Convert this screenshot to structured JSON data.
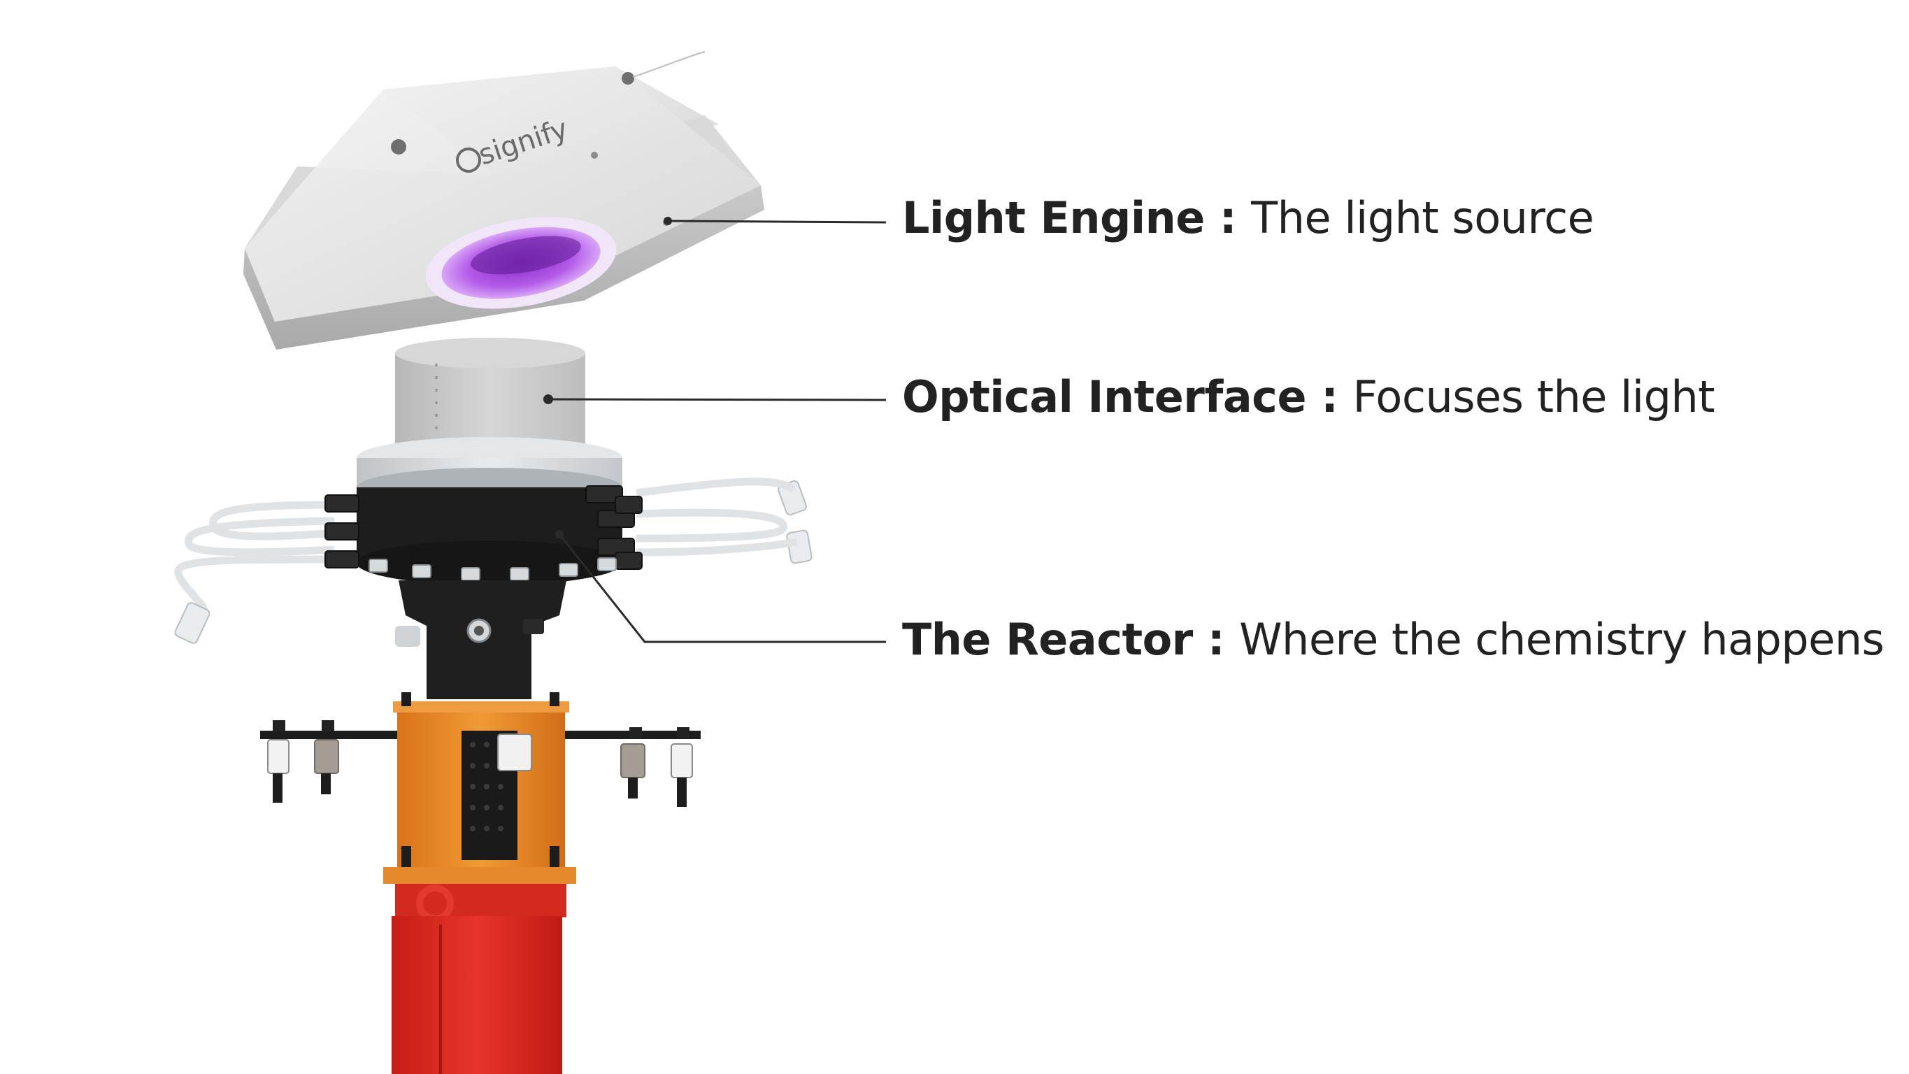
{
  "brand": {
    "logo_text": "signify"
  },
  "callouts": [
    {
      "term": "Light Engine",
      "separator": " : ",
      "description": "The light source"
    },
    {
      "term": "Optical Interface",
      "separator": " : ",
      "description": "Focuses the light"
    },
    {
      "term": "The Reactor",
      "separator": " : ",
      "description": "Where the chemistry happens"
    }
  ],
  "colors": {
    "background": "#ffffff",
    "text": "#222222",
    "leader_line": "#2a2a2a",
    "light_engine_body": "#dcdcdc",
    "light_glow": "#c86cf2",
    "optical_interface": "#c8c8c8",
    "reactor_body": "#1e1e1e",
    "frame_orange": "#e8861f",
    "base_red": "#e0281e"
  }
}
